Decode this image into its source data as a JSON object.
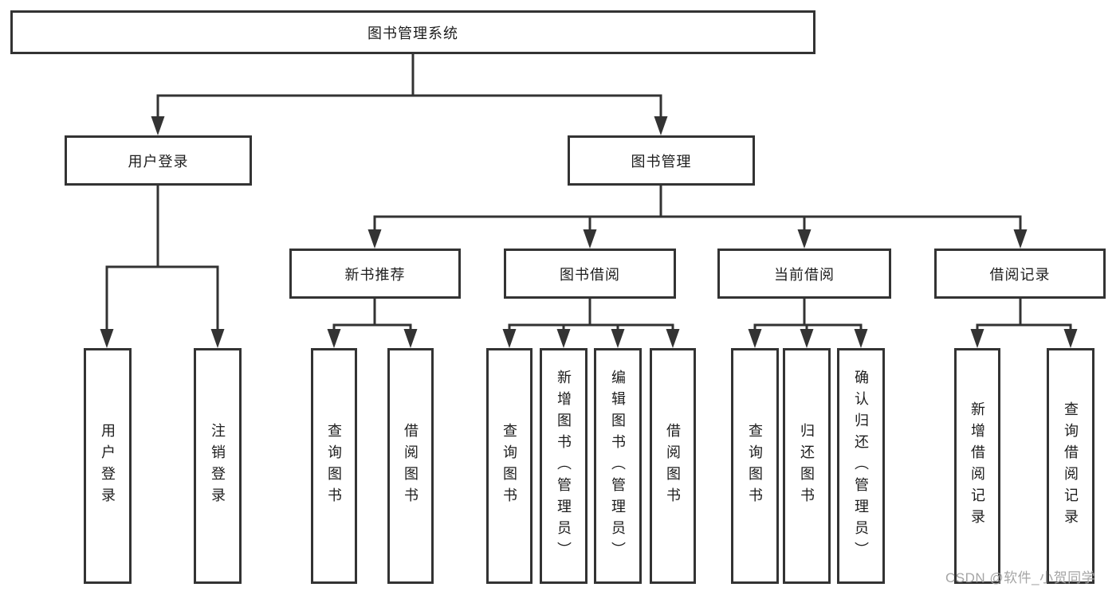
{
  "diagram": {
    "root": {
      "label": "图书管理系统"
    },
    "branches": [
      {
        "label": "用户登录",
        "children": [
          {
            "label": "用户登录"
          },
          {
            "label": "注销登录"
          }
        ]
      },
      {
        "label": "图书管理",
        "children": [
          {
            "label": "新书推荐",
            "children": [
              {
                "label": "查询图书"
              },
              {
                "label": "借阅图书"
              }
            ]
          },
          {
            "label": "图书借阅",
            "children": [
              {
                "label": "查询图书"
              },
              {
                "label": "新增图书（管理员）"
              },
              {
                "label": "编辑图书（管理员）"
              },
              {
                "label": "借阅图书"
              }
            ]
          },
          {
            "label": "当前借阅",
            "children": [
              {
                "label": "查询图书"
              },
              {
                "label": "归还图书"
              },
              {
                "label": "确认归还（管理员）"
              }
            ]
          },
          {
            "label": "借阅记录",
            "children": [
              {
                "label": "新增借阅记录"
              },
              {
                "label": "查询借阅记录"
              }
            ]
          }
        ]
      }
    ]
  },
  "watermark": {
    "text": "CSDN @软件_小贺同学"
  },
  "colors": {
    "line": "#333333",
    "text": "#1d1d1d",
    "watermark": "#a5a5a5",
    "background": "#ffffff"
  }
}
